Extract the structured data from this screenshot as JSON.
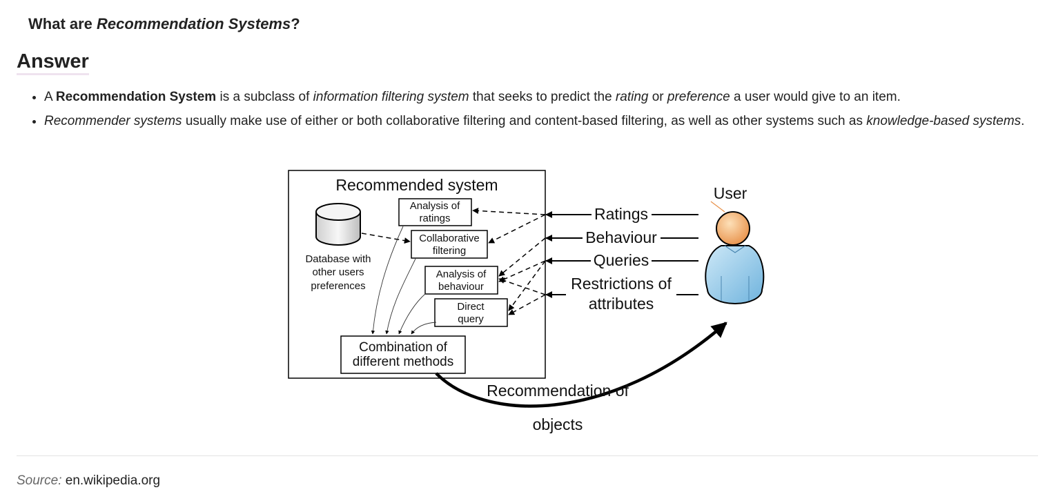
{
  "question": {
    "prefix": "What are ",
    "term": "Recommendation Systems",
    "suffix": "?"
  },
  "answer_heading": "Answer",
  "bullets": {
    "b1": {
      "p1": "A ",
      "bold": "Recommendation System",
      "p2": " is a subclass of ",
      "i1": "information filtering system",
      "p3": " that seeks to predict the ",
      "i2": "rating",
      "p4": " or ",
      "i3": "preference",
      "p5": " a user would give to an item."
    },
    "b2": {
      "i1": "Recommender systems",
      "p1": " usually make use of either or both collaborative filtering and content-based filtering, as well as other systems such as ",
      "i2": "knowledge-based systems",
      "p2": "."
    }
  },
  "diagram": {
    "system_title": "Recommended system",
    "db_label": [
      "Database with",
      "other users",
      "preferences"
    ],
    "analysis_ratings": [
      "Analysis of",
      "ratings"
    ],
    "collab_filtering": [
      "Collaborative",
      "filtering"
    ],
    "analysis_behaviour": [
      "Analysis of",
      "behaviour"
    ],
    "direct_query": [
      "Direct",
      "query"
    ],
    "combination": [
      "Combination of",
      "different methods"
    ],
    "user_label": "User",
    "inputs": {
      "ratings": "Ratings",
      "behaviour": "Behaviour",
      "queries": "Queries",
      "restrictions": [
        "Restrictions of",
        "attributes"
      ]
    },
    "recommendation": [
      "Recommendation of",
      "objects"
    ]
  },
  "source": {
    "label": "Source:",
    "value": "en.wikipedia.org"
  },
  "colors": {
    "user_head": "#f0a35a",
    "user_body": "#8ec7e8",
    "db_fill": "#e6e6e6"
  }
}
